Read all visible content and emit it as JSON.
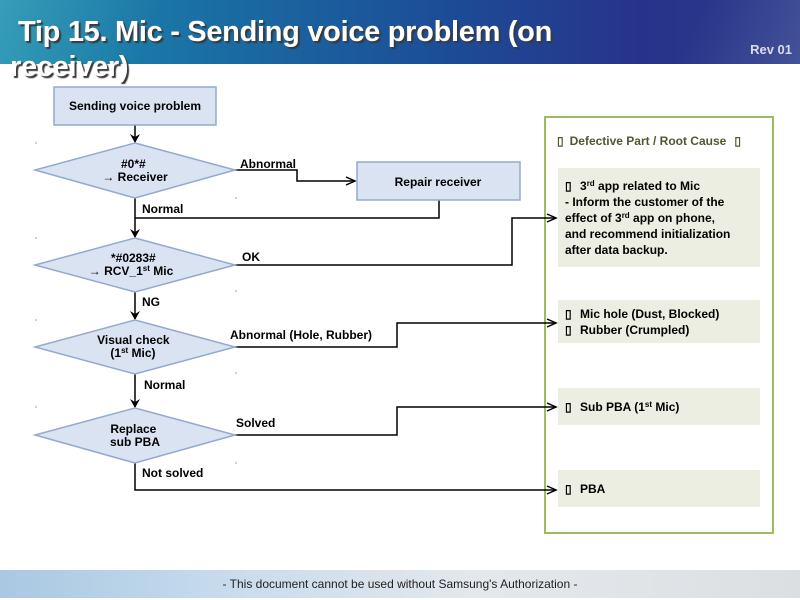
{
  "header": {
    "title_line1": "Tip 15. Mic - Sending voice problem (on",
    "title_line2": "receiver)",
    "revision": "Rev 01"
  },
  "flow": {
    "start": "Sending voice problem",
    "d1": {
      "line1": "#0*#",
      "line2": "→ Receiver"
    },
    "d2": {
      "line1": "*#0283#",
      "line2a": "→ RCV_1",
      "sup": "st",
      "line2b": " Mic"
    },
    "d3": {
      "line1": "Visual check",
      "line2a": "(1",
      "sup": "st",
      "line2b": " Mic)"
    },
    "d4": {
      "line1": "Replace",
      "line2": "sub PBA"
    },
    "repair": "Repair receiver",
    "labels": {
      "abnormal": "Abnormal",
      "normal1": "Normal",
      "ok": "OK",
      "ng": "NG",
      "abnormal_hole": "Abnormal (Hole, Rubber)",
      "normal2": "Normal",
      "solved": "Solved",
      "not_solved": "Not solved"
    }
  },
  "panel": {
    "title": "Defective Part / Root Cause",
    "bullet": "▯",
    "cause1": {
      "line1a": "3",
      "line1sup": "rd",
      "line1b": " app related to Mic",
      "line2": "- Inform the customer of the",
      "line3a": "effect of 3",
      "line3sup": "rd",
      "line3b": " app on phone,",
      "line4": "and recommend initialization",
      "line5": "after data backup."
    },
    "cause2": {
      "line1": "Mic hole (Dust, Blocked)",
      "line2": "Rubber (Crumpled)"
    },
    "cause3": {
      "a": "Sub PBA (1",
      "sup": "st",
      "b": " Mic)"
    },
    "cause4": "PBA"
  },
  "footer": {
    "text": "- This document cannot be used without Samsung's Authorization -"
  },
  "colors": {
    "node_fill": "#dae3f2",
    "node_stroke": "#93a9cf",
    "panel_border": "#9dbb61",
    "cause_fill": "#ebeee0"
  }
}
